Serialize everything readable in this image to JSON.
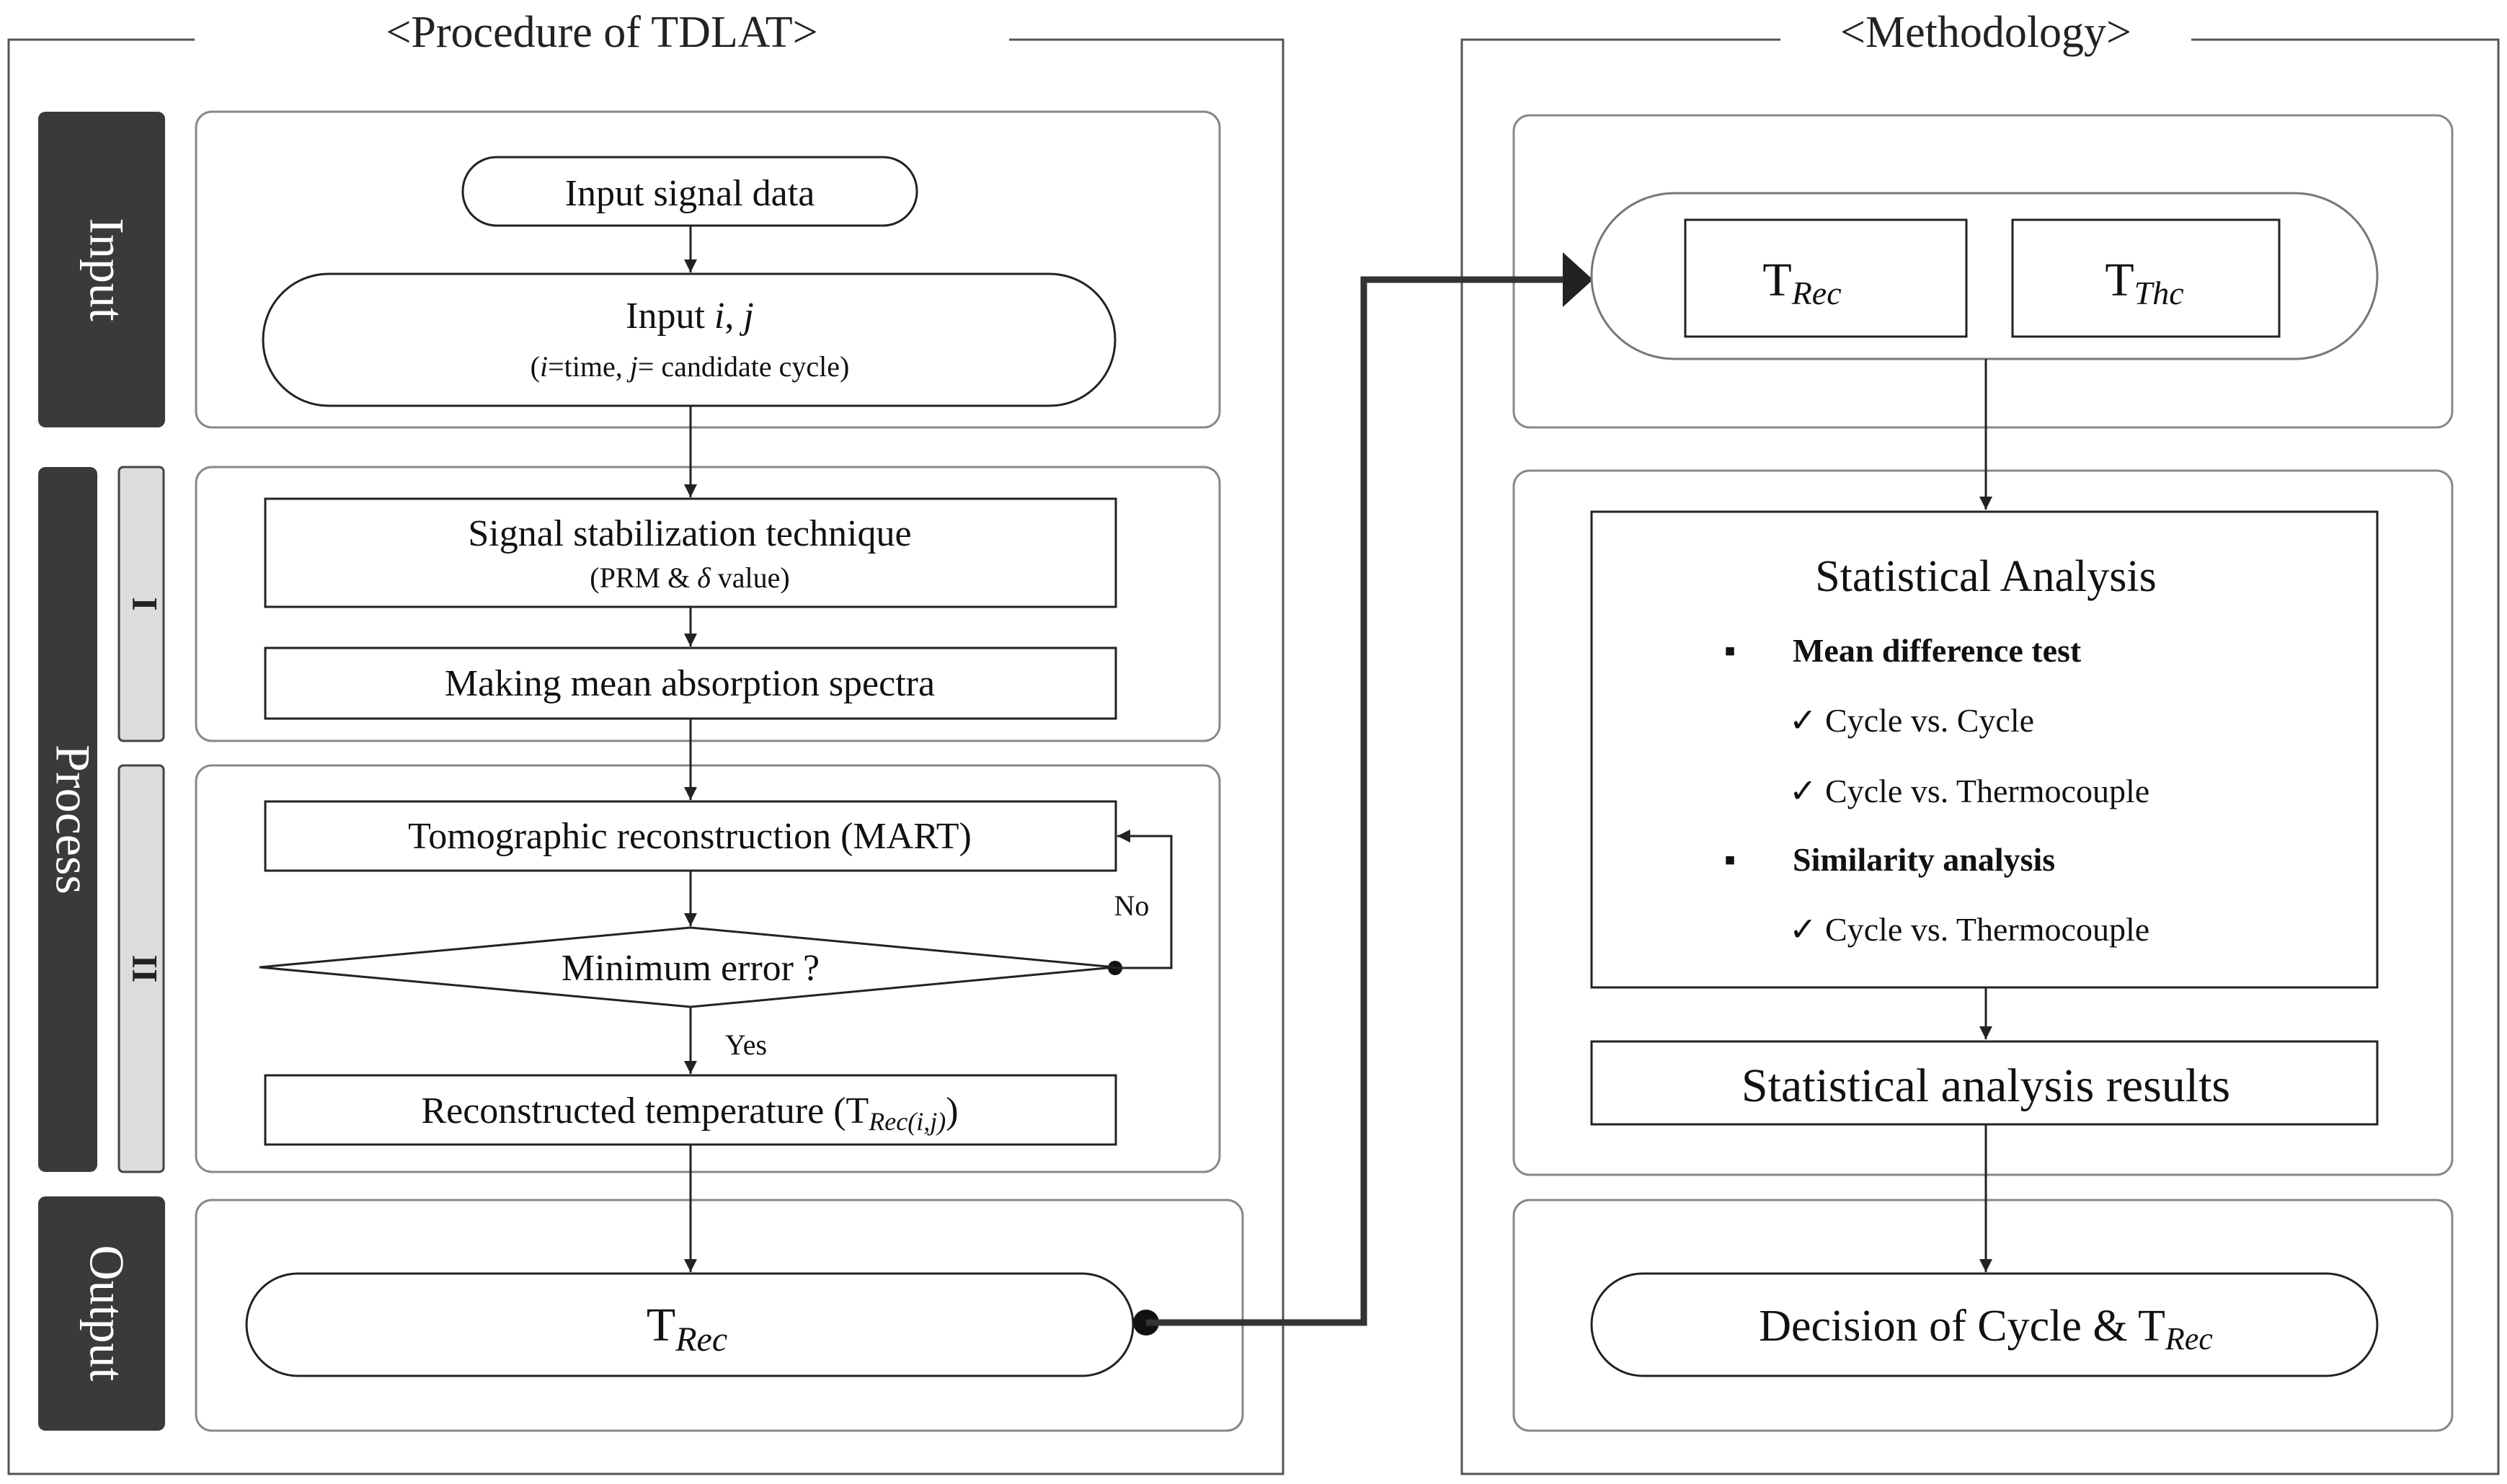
{
  "procedure": {
    "title": "<Procedure of TDLAT>",
    "side_labels": {
      "input": "Input",
      "process": "Process",
      "output": "Output",
      "stage_1": "I",
      "stage_2": "II"
    },
    "input_signal": "Input signal data",
    "input_ij": {
      "prefix": "Input ",
      "i": "i",
      "comma": ", ",
      "j": "j"
    },
    "input_ij_note": {
      "open": "(",
      "i": "i",
      "time": "=time, ",
      "j": "j",
      "rest": "= candidate cycle)"
    },
    "signal_stabilization": "Signal stabilization technique",
    "prm_note": {
      "prefix": "(PRM & ",
      "delta": "δ",
      "suffix": " value)"
    },
    "mean_absorption": "Making mean absorption spectra",
    "tomographic": "Tomographic  reconstruction (MART)",
    "minimum_error": "Minimum error ?",
    "no_label": "No",
    "yes_label": "Yes",
    "reconstructed": {
      "prefix": "Reconstructed temperature (T",
      "sub": "Rec(i,j)",
      "suffix": ")"
    },
    "output": {
      "base": "T",
      "sub": "Rec"
    }
  },
  "methodology": {
    "title": "<Methodology>",
    "t_rec": {
      "base": "T",
      "sub": "Rec"
    },
    "t_thc": {
      "base": "T",
      "sub": "Thc"
    },
    "statistical_analysis": "Statistical Analysis",
    "bullet_mark": "▪",
    "mean_difference_test": "Mean difference test",
    "cycle_vs_cycle": "✓ Cycle vs. Cycle",
    "cycle_vs_thermocouple_1": "✓ Cycle vs. Thermocouple",
    "similarity_analysis": "Similarity analysis",
    "cycle_vs_thermocouple_2": "✓ Cycle vs. Thermocouple",
    "results": "Statistical analysis results",
    "decision": {
      "prefix": "Decision  of Cycle & T",
      "sub": "Rec"
    }
  }
}
